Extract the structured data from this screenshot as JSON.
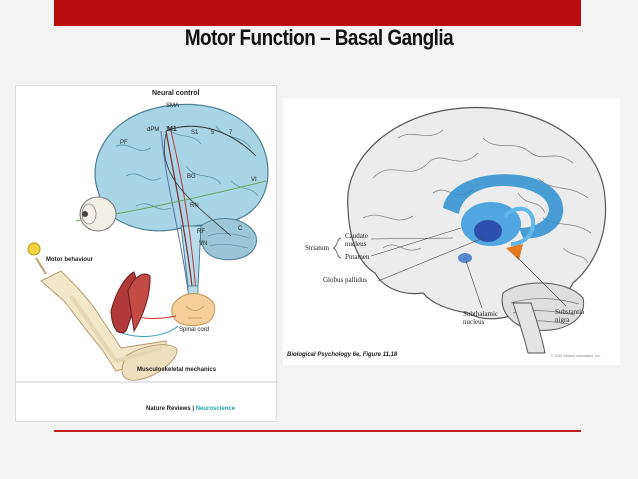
{
  "slide": {
    "title": "Motor Function – Basal Ganglia"
  },
  "left_figure": {
    "header": "Neural control",
    "regions": [
      "SMA",
      "dPM",
      "M1",
      "S1",
      "5",
      "7",
      "PF",
      "BG",
      "RN",
      "RF",
      "VN",
      "VI",
      "C"
    ],
    "motor_behaviour": "Motor behaviour",
    "spinal_cord": "Spinal cord",
    "musculoskeletal": "Musculoskeletal mechanics",
    "credit_journal": "Nature Reviews",
    "credit_sep": " | ",
    "credit_section": "Neuroscience",
    "credit_section_color": "#2aa4a8"
  },
  "right_figure": {
    "striatum": "Striatum",
    "caudate_1": "Caudate",
    "caudate_2": "nucleus",
    "putamen": "Putamen",
    "globus": "Globus pallidus",
    "subthalamic_1": "Subthalamic",
    "subthalamic_2": "nucleus",
    "substantia_1": "Substantia",
    "substantia_2": "nigra",
    "caption": "Biological Psychology 6e, Figure 11.18",
    "copyright": "© 2010 Sinauer Associates, Inc."
  }
}
